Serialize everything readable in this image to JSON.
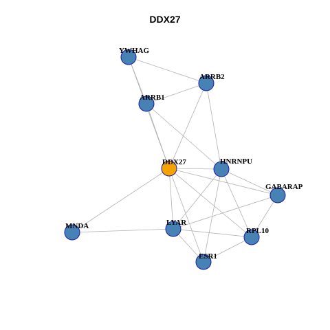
{
  "graph": {
    "title": "DDX27",
    "colors": {
      "query_fill": "#f5a300",
      "partner_fill": "#4682b4",
      "node_border": "#1a1aa8",
      "edge": "#b0b0b0"
    },
    "nodes": [
      {
        "id": "DDX27",
        "label": "DDX27",
        "role": "query"
      },
      {
        "id": "YWHAG",
        "label": "YWHAG",
        "role": "partner"
      },
      {
        "id": "ARRB2",
        "label": "ARRB2",
        "role": "partner"
      },
      {
        "id": "ARRB1",
        "label": "ARRB1",
        "role": "partner"
      },
      {
        "id": "HNRNPU",
        "label": "HNRNPU",
        "role": "partner"
      },
      {
        "id": "GABARAP",
        "label": "GABARAP",
        "role": "partner"
      },
      {
        "id": "MNDA",
        "label": "MNDA",
        "role": "partner"
      },
      {
        "id": "LYAR",
        "label": "LYAR",
        "role": "partner"
      },
      {
        "id": "RPL10",
        "label": "RPL10",
        "role": "partner"
      },
      {
        "id": "ESR1",
        "label": "ESR1",
        "role": "partner"
      }
    ],
    "edges": [
      [
        "YWHAG",
        "ARRB2"
      ],
      [
        "YWHAG",
        "ARRB1"
      ],
      [
        "YWHAG",
        "DDX27"
      ],
      [
        "ARRB2",
        "ARRB1"
      ],
      [
        "ARRB2",
        "DDX27"
      ],
      [
        "ARRB2",
        "HNRNPU"
      ],
      [
        "ARRB1",
        "DDX27"
      ],
      [
        "ARRB1",
        "HNRNPU"
      ],
      [
        "DDX27",
        "HNRNPU"
      ],
      [
        "DDX27",
        "GABARAP"
      ],
      [
        "DDX27",
        "MNDA"
      ],
      [
        "DDX27",
        "LYAR"
      ],
      [
        "DDX27",
        "RPL10"
      ],
      [
        "DDX27",
        "ESR1"
      ],
      [
        "HNRNPU",
        "GABARAP"
      ],
      [
        "HNRNPU",
        "LYAR"
      ],
      [
        "HNRNPU",
        "RPL10"
      ],
      [
        "HNRNPU",
        "ESR1"
      ],
      [
        "GABARAP",
        "LYAR"
      ],
      [
        "GABARAP",
        "RPL10"
      ],
      [
        "MNDA",
        "LYAR"
      ],
      [
        "LYAR",
        "RPL10"
      ],
      [
        "LYAR",
        "ESR1"
      ],
      [
        "RPL10",
        "ESR1"
      ]
    ]
  }
}
